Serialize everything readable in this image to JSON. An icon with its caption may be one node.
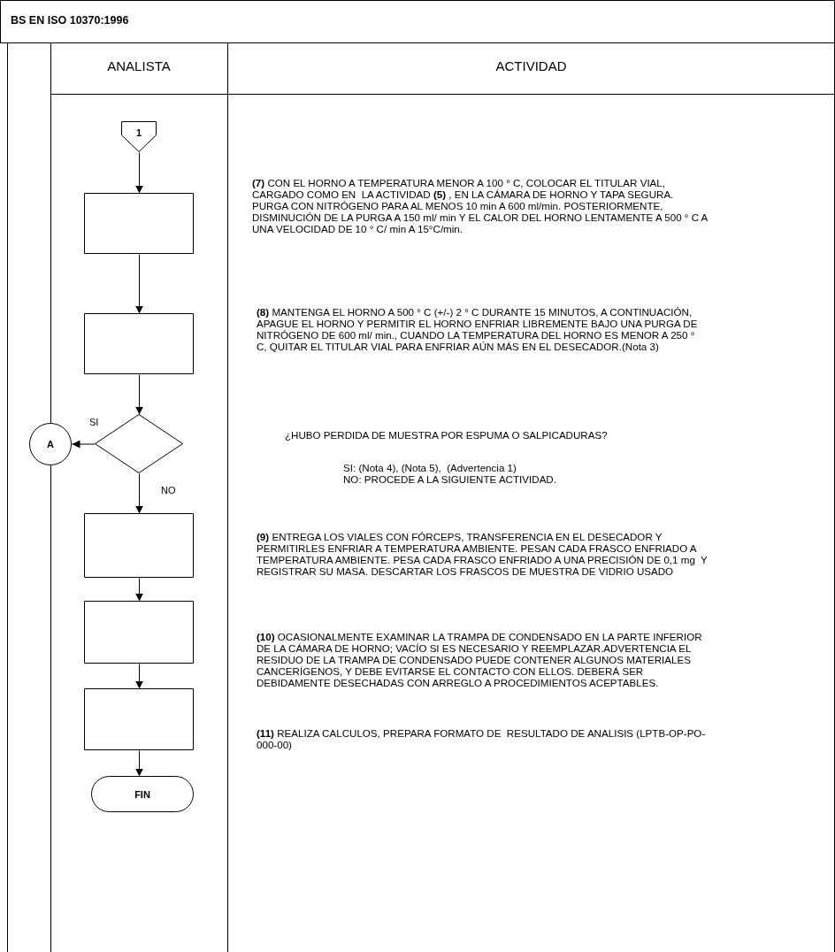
{
  "diagram": {
    "title": "BS EN ISO 10370:1996",
    "nodes": [
      {
        "text": [
          "1"
        ]
      },
      {
        "text": [],
        "shape": "box"
      },
      {
        "text": [],
        "shape": "box"
      },
      {
        "text": [],
        "shape": "diamond"
      },
      {
        "text": [
          "A"
        ]
      },
      {
        "text": [],
        "shape": "box"
      },
      {
        "text": [],
        "shape": "box"
      },
      {
        "text": [],
        "shape": "box"
      },
      {
        "text": [
          "FIN"
        ]
      }
    ],
    "edges": [
      {
        "from": 0,
        "to": 1,
        "arrow": "to"
      },
      {
        "from": 1,
        "to": 2,
        "arrow": "to"
      },
      {
        "from": 2,
        "to": 3,
        "arrow": "to"
      },
      {
        "from": 3,
        "to": 4,
        "arrow": "to",
        "label": "SI"
      },
      {
        "from": 3,
        "to": 5,
        "arrow": "to",
        "label": "NO"
      },
      {
        "from": 5,
        "to": 6,
        "arrow": "to"
      },
      {
        "from": 6,
        "to": 7,
        "arrow": "to"
      },
      {
        "from": 7,
        "to": 8,
        "arrow": "to"
      }
    ],
    "labels": [
      "ANALISTA",
      "ACTIVIDAD",
      "**(7)** CON EL HORNO A TEMPERATURA MENOR A 100 ° C, COLOCAR EL TITULAR VIAL, CARGADO COMO EN  LA ACTIVIDAD **(5)** , EN LA CÁMARA DE HORNO Y TAPA SEGURA. PURGA CON NITRÓGENO PARA AL MENOS 10 min A 600 ml/min. POSTERIORMENTE, DISMINUCIÓN DE LA PURGA A 150 ml/ min Y EL CALOR DEL HORNO LENTAMENTE A 500 ° C A UNA VELOCIDAD DE 10 ° C/ min A 15°C/min.",
      "**(8)** MANTENGA EL HORNO A 500 ° C (+/-) 2 ° C DURANTE 15 MINUTOS, A CONTINUACIÓN, APAGUE EL HORNO Y PERMITIR EL HORNO ENFRIAR LIBREMENTE BAJO UNA PURGA DE NITRÓGENO DE 600 ml/ min., CUANDO LA TEMPERATURA DEL HORNO ES MENOR A 250 ° C, QUITAR EL TITULAR VIAL PARA ENFRIAR AÚN MÁS EN EL DESECADOR.(Nota 3)",
      "¿HUBO PERDIDA DE MUESTRA POR ESPUMA O SALPICADURAS?",
      "SI: (Nota 4), (Nota 5),  (Advertencia 1)",
      "NO: PROCEDE A LA SIGUIENTE ACTIVIDAD.",
      "**(9)** ENTREGA LOS VIALES CON FÓRCEPS, TRANSFERENCIA EN EL DESECADOR Y PERMITIRLES ENFRIAR A TEMPERATURA AMBIENTE. PESAN CADA FRASCO ENFRIADO A TEMPERATURA AMBIENTE. PESA CADA FRASCO ENFRIADO A UNA PRECISIÓN DE 0,1 mg  Y REGISTRAR SU MASA. DESCARTAR LOS FRASCOS DE MUESTRA DE VIDRIO USADO",
      "**(10)** OCASIONALMENTE EXAMINAR LA TRAMPA DE CONDENSADO EN LA PARTE INFERIOR DE LA CÁMARA DE HORNO; VACÍO SI ES NECESARIO Y REEMPLAZAR.ADVERTENCIA EL RESIDUO DE LA TRAMPA DE CONDENSADO PUEDE CONTENER ALGUNOS MATERIALES CANCERÍGENOS, Y DEBE EVITARSE EL CONTACTO CON ELLOS. DEBERÁ SER DEBIDAMENTE DESECHADAS CON ARREGLO A PROCEDIMIENTOS ACEPTABLES.",
      "**(11)** REALIZA CALCULOS, PREPARA FORMATO DE  RESULTADO DE ANALISIS (LPTB-OP-PO-000-00)"
    ]
  }
}
